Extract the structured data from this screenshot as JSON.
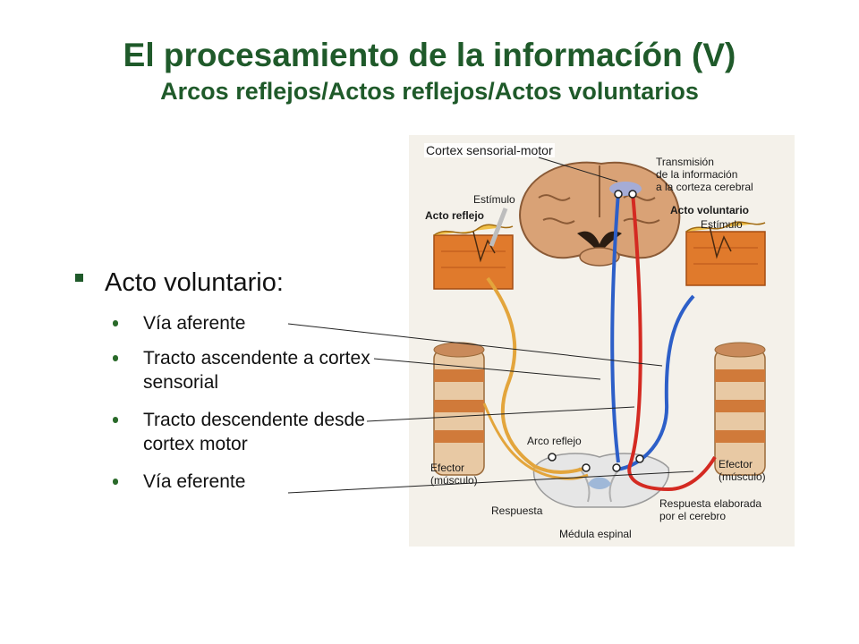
{
  "header": {
    "title": "El procesamiento de la informacíón (V)",
    "subtitle": "Arcos reflejos/Actos reflejos/Actos voluntarios"
  },
  "bullets": {
    "heading": "Acto voluntario:",
    "items": [
      "Vía aferente",
      "Tracto ascendente a cortex sensorial",
      "Tracto descendente desde cortex motor",
      "Vía eferente"
    ]
  },
  "diagram": {
    "overlay_label": "Cortex sensorial-motor",
    "labels": {
      "transmision": [
        "Transmisión",
        "de la información",
        "a la corteza cerebral"
      ],
      "estimulo_left": "Estímulo",
      "acto_reflejo": "Acto reflejo",
      "acto_voluntario": "Acto voluntario",
      "estimulo_right": "Estímulo",
      "arco_reflejo": "Arco reflejo",
      "efector_left": [
        "Efector",
        "(músculo)"
      ],
      "efector_right": [
        "Efector",
        "(músculo)"
      ],
      "respuesta": "Respuesta",
      "respuesta_elaborada": [
        "Respuesta elaborada",
        "por el cerebro"
      ],
      "medula": "Médula espinal"
    },
    "colors": {
      "brain": "#d9a276",
      "skin": "#e07a2c",
      "afferent": "#e3a53c",
      "ascending": "#2d5fc8",
      "descending": "#d42a22",
      "title": "#1f5a2a"
    }
  }
}
